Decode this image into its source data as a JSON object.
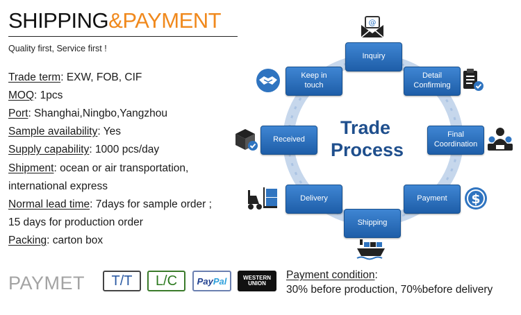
{
  "header": {
    "title_part1": "SHIPPING",
    "title_part2": "&PAYMENT",
    "tagline": "Quality first, Service first !"
  },
  "info": [
    {
      "label": "Trade term",
      "value": ": EXW, FOB, CIF"
    },
    {
      "label": "MOQ",
      "value": ": 1pcs"
    },
    {
      "label": "Port",
      "value": ": Shanghai,Ningbo,Yangzhou"
    },
    {
      "label": "Sample availability",
      "value": ": Yes"
    },
    {
      "label": "Supply capability",
      "value": ": 1000 pcs/day"
    },
    {
      "label": "Shipment",
      "value": ": ocean or air transportation,"
    },
    {
      "label": "",
      "value": "international express"
    },
    {
      "label": "Normal lead time",
      "value": ": 7days for sample order ;"
    },
    {
      "label": "",
      "value": "15 days for production order"
    },
    {
      "label": "Packing",
      "value": ": carton box"
    }
  ],
  "diagram": {
    "center_line1": "Trade",
    "center_line2": "Process",
    "steps": {
      "inquiry": "Inquiry",
      "detail_1": "Detail",
      "detail_2": "Confirming",
      "final_1": "Final",
      "final_2": "Coordination",
      "payment": "Payment",
      "shipping": "Shipping",
      "delivery": "Delivery",
      "received": "Received",
      "keep_1": "Keep in",
      "keep_2": "touch"
    },
    "colors": {
      "box": "#2f74c0",
      "ring": "#b9cde6",
      "title": "#1f4f8d"
    }
  },
  "payment": {
    "heading": "PAYMET",
    "methods": {
      "tt": "T/T",
      "lc": "L/C",
      "paypal_a": "Pay",
      "paypal_b": "Pal",
      "wu_a": "WESTERN",
      "wu_b": "UNION"
    },
    "condition_label": "Payment condition",
    "condition_colon": ":",
    "condition_value": "30% before production, 70%before delivery"
  }
}
